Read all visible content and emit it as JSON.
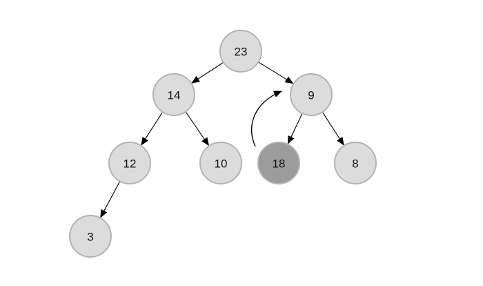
{
  "tree": {
    "nodes": [
      {
        "id": "n23",
        "label": "23",
        "highlighted": false
      },
      {
        "id": "n14",
        "label": "14",
        "highlighted": false
      },
      {
        "id": "n9",
        "label": "9",
        "highlighted": false
      },
      {
        "id": "n12",
        "label": "12",
        "highlighted": false
      },
      {
        "id": "n10",
        "label": "10",
        "highlighted": false
      },
      {
        "id": "n18",
        "label": "18",
        "highlighted": true
      },
      {
        "id": "n8",
        "label": "8",
        "highlighted": false
      },
      {
        "id": "n3",
        "label": "3",
        "highlighted": false
      }
    ],
    "edges": [
      {
        "from": "n23",
        "to": "n14"
      },
      {
        "from": "n23",
        "to": "n9"
      },
      {
        "from": "n14",
        "to": "n12"
      },
      {
        "from": "n14",
        "to": "n10"
      },
      {
        "from": "n9",
        "to": "n18"
      },
      {
        "from": "n9",
        "to": "n8"
      },
      {
        "from": "n12",
        "to": "n3"
      }
    ],
    "move_arrow": {
      "from": "n18",
      "to": "n9"
    }
  },
  "colors": {
    "node_fill": "#dcdcdc",
    "node_border": "#b3b3b3",
    "highlight_fill": "#9c9c9c",
    "highlight_border": "#8a8a8a",
    "edge": "#000000"
  }
}
